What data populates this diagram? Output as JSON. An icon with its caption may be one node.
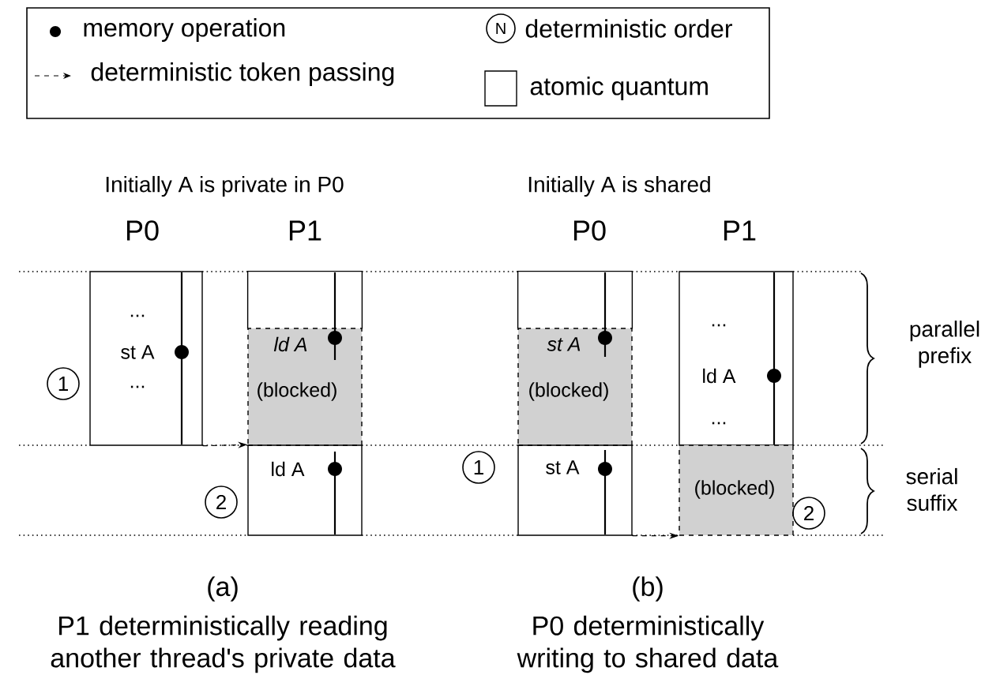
{
  "diagram": {
    "nodes": [
      {
        "text": [
          "...",
          "st A",
          "..."
        ]
      },
      {
        "text": [],
        "shape": "box"
      },
      {
        "text": [
          "ld A",
          "(blocked)"
        ]
      },
      {
        "text": [
          "ld A"
        ]
      },
      {
        "text": [
          "1"
        ]
      },
      {
        "text": [
          "2"
        ]
      },
      {
        "text": [],
        "shape": "box"
      },
      {
        "text": [
          "st A",
          "(blocked)"
        ]
      },
      {
        "text": [
          "st A"
        ]
      },
      {
        "text": [
          "...",
          "ld A",
          "..."
        ]
      },
      {
        "text": [
          "(blocked)"
        ]
      },
      {
        "text": [
          "1"
        ]
      },
      {
        "text": [
          "2"
        ]
      }
    ],
    "edges": [
      {
        "from": 0,
        "to": 3,
        "arrow": "to",
        "style": "dashed"
      },
      {
        "from": 8,
        "to": 10,
        "arrow": "to",
        "style": "dashed"
      }
    ],
    "labels": [
      "N",
      "Initially A is private in P0",
      "P0",
      "P1",
      "Initially A is shared",
      "P0",
      "P1",
      "parallel prefix",
      "serial suffix",
      "(a)",
      "P1 deterministically reading another thread's private data",
      "(b)",
      "P0 deterministically writing to shared data"
    ],
    "legend": [
      {
        "text": "memory operation"
      },
      {
        "text": "deterministic order"
      },
      {
        "text": "deterministic token passing"
      },
      {
        "text": "atomic quantum"
      }
    ]
  }
}
